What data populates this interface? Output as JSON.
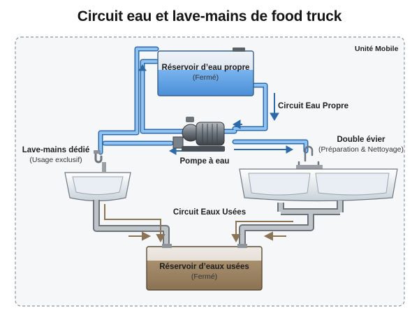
{
  "title": "Circuit eau et lave-mains de food truck",
  "zone_label": "Unité Mobile",
  "clean_tank": {
    "name": "Réservoir d’eau propre",
    "state": "(Fermé)"
  },
  "waste_tank": {
    "name": "Réservoir d’eaux usées",
    "state": "(Fermé)"
  },
  "pump": {
    "name": "Pompe à eau"
  },
  "handwash": {
    "name": "Lave-mains dédié",
    "note": "(Usage exclusif)"
  },
  "double_sink": {
    "name": "Double évier",
    "note": "(Préparation & Nettoyage)"
  },
  "clean_circuit": "Circuit Eau Propre",
  "waste_circuit": "Circuit Eaux Usées",
  "colors": {
    "clean_water": "#4a8fd6",
    "clean_tank": "#5fa0e4",
    "waste_water": "#8b7355",
    "waste_tank": "#a08565",
    "pipe": "#9aa0a6"
  }
}
